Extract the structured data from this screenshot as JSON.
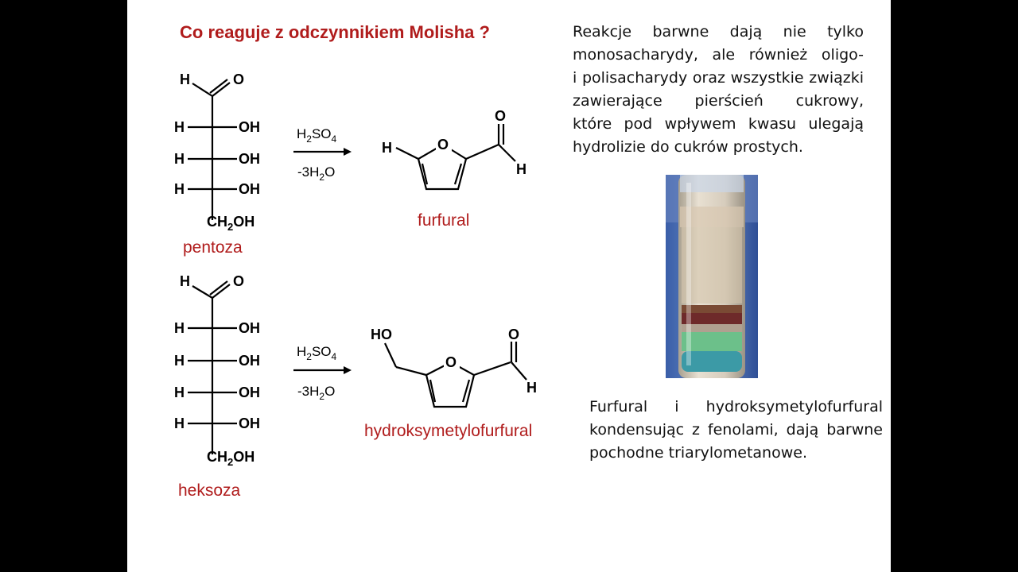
{
  "slide": {
    "title": "Co reaguje z odczynnikiem Molisha ?",
    "paragraph1_lines": [
      "Reakcje barwne dają nie tylko",
      "monosacharydy, ale również oligo-",
      "i polisacharydy oraz wszystkie związki",
      "zawierające pierścień cukrowy,",
      "które pod wpływem kwasu ulegają",
      "hydrolizie do cukrów prostych."
    ],
    "paragraph2_lines": [
      "Furfural i hydroksymetylofurfural",
      "kondensując z fenolami, dają barwne",
      "pochodne triarylometanowe."
    ],
    "reagent_main": "H",
    "reagent_sub1": "2",
    "reagent_mid": "SO",
    "reagent_sub2": "4",
    "byproduct_pre": "-3H",
    "byproduct_sub": "2",
    "byproduct_post": "O",
    "label_pentose": "pentoza",
    "label_furfural": "furfural",
    "label_hexose": "heksoza",
    "label_hmf": "hydroksymetylofurfural",
    "atoms": {
      "H": "H",
      "O": "O",
      "OH": "OH",
      "HO": "HO",
      "CH": "CH",
      "sub2": "2"
    },
    "colors": {
      "title": "#b01c1c",
      "label": "#b01c1c",
      "text": "#111111",
      "background": "#ffffff",
      "frame": "#000000"
    }
  }
}
